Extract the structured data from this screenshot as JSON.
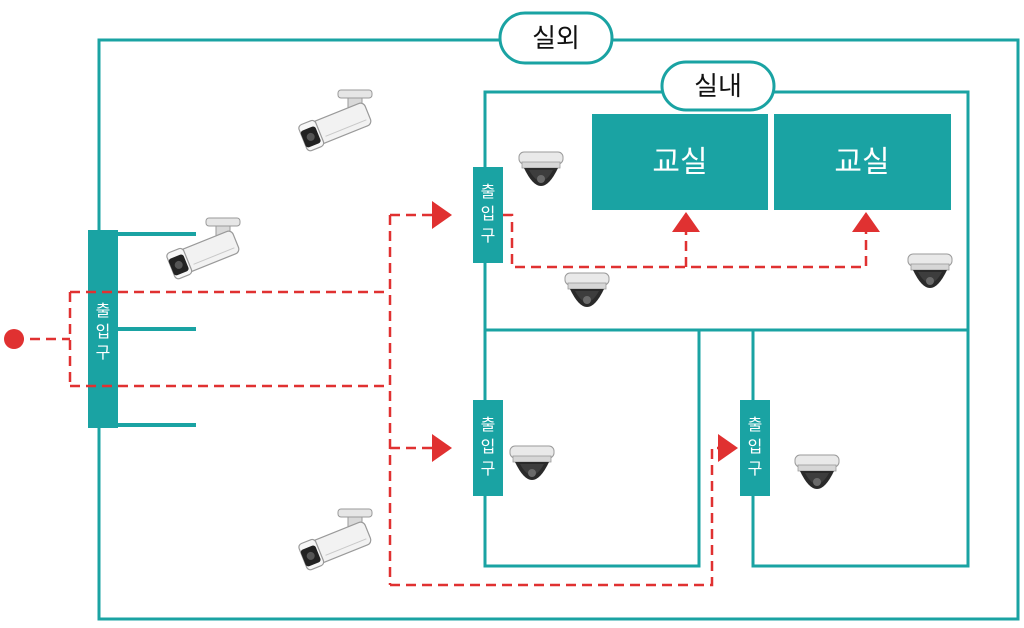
{
  "labels": {
    "outdoor": "실외",
    "indoor": "실내",
    "classroom_1": "교실",
    "classroom_2": "교실",
    "main_entrance": [
      "출",
      "입",
      "구"
    ],
    "entrance_top": [
      "출",
      "입",
      "구"
    ],
    "entrance_bottom_left": [
      "출",
      "입",
      "구"
    ],
    "entrance_bottom_right": [
      "출",
      "입",
      "구"
    ]
  },
  "colors": {
    "teal": "#1aa3a3",
    "route_red": "#e03131",
    "white": "#ffffff",
    "black": "#111111"
  },
  "icons": {
    "bullet_camera": "bullet-camera-icon",
    "dome_camera": "dome-camera-icon",
    "start_point": "start-point-icon"
  }
}
